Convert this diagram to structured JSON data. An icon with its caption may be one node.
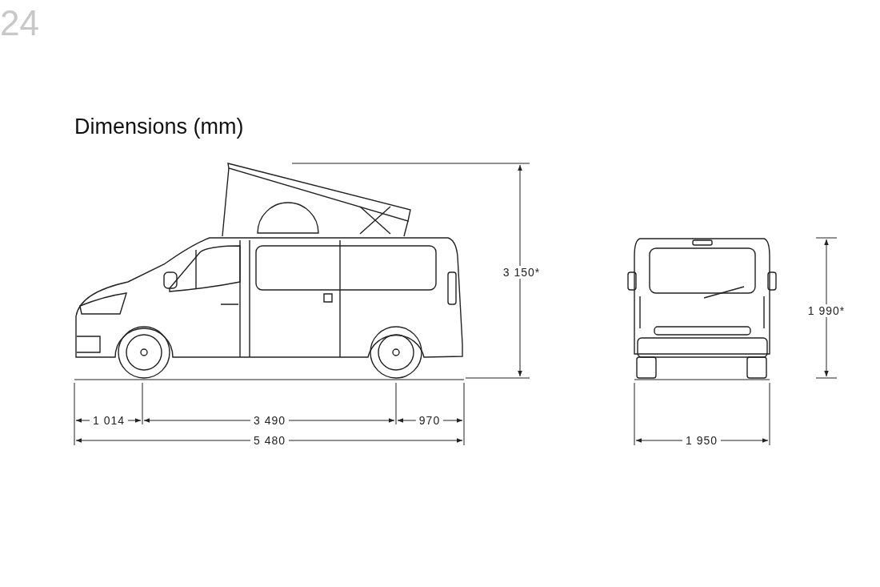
{
  "diagram": {
    "title": "Dimensions (mm)",
    "labels": [
      "24",
      "3 150*",
      "1 990*",
      "1 014",
      "3 490",
      "970",
      "5 480",
      "1 950"
    ]
  }
}
